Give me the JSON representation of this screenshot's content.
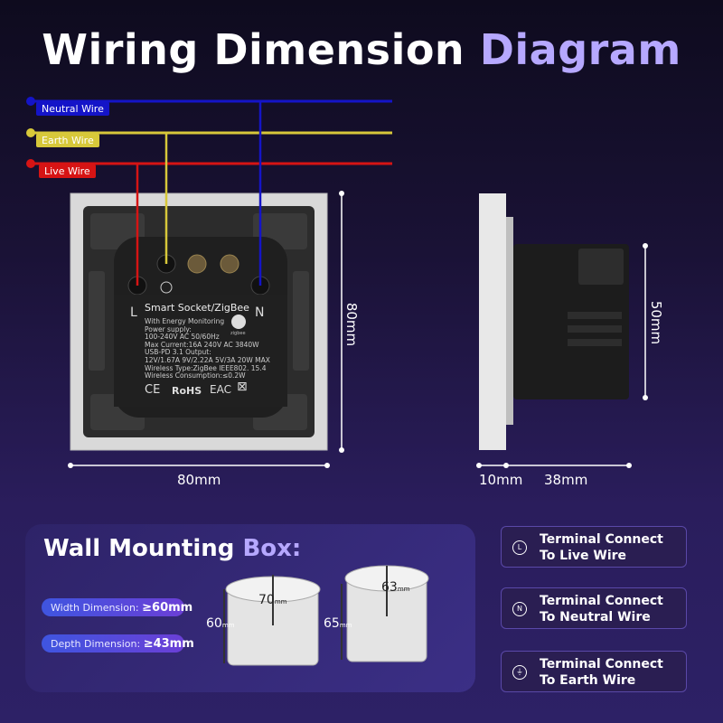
{
  "title": {
    "part1": "Wiring Dimension",
    "part2": "Diagram"
  },
  "wires": {
    "neutral": "Neutral Wire",
    "earth": "Earth Wire",
    "live": "Live Wire",
    "colors": {
      "neutral": "#1414c8",
      "earth": "#d7c83a",
      "live": "#d61414"
    }
  },
  "socket": {
    "terminal_l": "L",
    "terminal_n": "N",
    "label_title": "Smart Socket/ZigBee",
    "label_lines": [
      "With Energy Monitoring",
      "Power supply:",
      "100-240V AC 50/60Hz",
      "Max Current:16A 240V AC 3840W",
      "USB-PD 3.1 Output:",
      "12V/1.67A 9V/2.22A 5V/3A 20W MAX",
      "Wireless Type:ZigBee IEEE802. 15.4",
      "Wireless Consumption:≤0.2W"
    ],
    "zigbee_mark": "zigbee",
    "cert_ce": "CE",
    "cert_rohs": "RoHS",
    "cert_eac": "EAC"
  },
  "dimensions": {
    "front_width": "80mm",
    "front_height": "80mm",
    "side_height": "50mm",
    "side_plate": "10mm",
    "side_depth": "38mm"
  },
  "mounting_box": {
    "title_part1": "Wall Mounting",
    "title_part2": "Box:",
    "width_label": "Width Dimension:",
    "width_value": "≥60mm",
    "depth_label": "Depth Dimension:",
    "depth_value": "≥43mm",
    "box1_height": "60",
    "box1_width": "70",
    "box2_height": "65",
    "box2_width": "63",
    "unit": "mm"
  },
  "terminals": [
    {
      "icon": "L",
      "line1": "Terminal Connect",
      "line2": "To Live Wire"
    },
    {
      "icon": "N",
      "line1": "Terminal Connect",
      "line2": "To Neutral Wire"
    },
    {
      "icon": "⏚",
      "line1": "Terminal Connect",
      "line2": "To Earth Wire"
    }
  ]
}
